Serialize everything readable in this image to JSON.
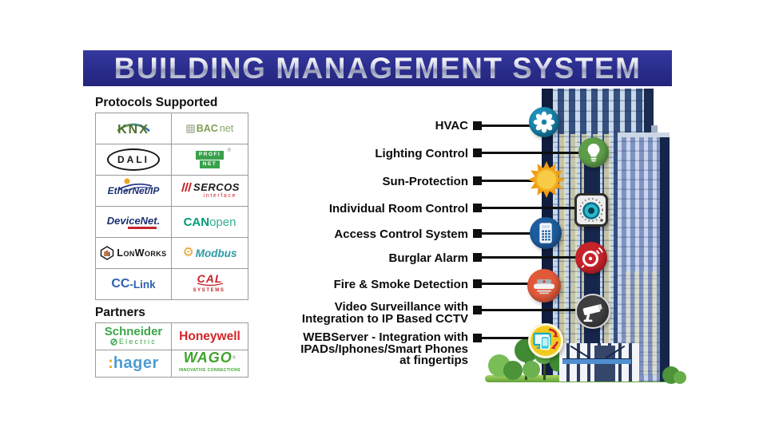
{
  "banner": {
    "title": "BUILDING MANAGEMENT SYSTEM"
  },
  "protocols": {
    "heading": "Protocols Supported",
    "items": [
      {
        "name": "KNX",
        "text": "KNX"
      },
      {
        "name": "BACnet",
        "bold": "BAC",
        "rest": "net"
      },
      {
        "name": "DALI",
        "text": "DALI"
      },
      {
        "name": "PROFINET",
        "top": "PROFI",
        "bottom": "NET",
        "reg": "®"
      },
      {
        "name": "EtherNet/IP",
        "text": "EtherNet/IP"
      },
      {
        "name": "SERCOS interface",
        "main": "SERCOS",
        "sub": "interface"
      },
      {
        "name": "DeviceNet",
        "text": "DeviceNet."
      },
      {
        "name": "CANopen",
        "bold": "CAN",
        "rest": "open"
      },
      {
        "name": "LonWorks",
        "text": "LonWorks"
      },
      {
        "name": "Modbus",
        "gear": "⚙",
        "text": "Modbus"
      },
      {
        "name": "CC-Link",
        "bold": "CC",
        "rest": "-Link"
      },
      {
        "name": "CAL Systems",
        "main": "CAL",
        "sub": "SYSTEMS"
      }
    ]
  },
  "partners": {
    "heading": "Partners",
    "items": [
      {
        "name": "Schneider Electric",
        "line1": "Schneider",
        "line2": "Electric"
      },
      {
        "name": "Honeywell",
        "text": "Honeywell"
      },
      {
        "name": "hager",
        "prefix": ":",
        "text": "hager"
      },
      {
        "name": "WAGO",
        "text": "WAGO",
        "reg": "®",
        "sub": "INNOVATIVE CONNECTIONS"
      }
    ]
  },
  "features": [
    {
      "icon": "fan-icon",
      "lines": [
        "HVAC"
      ]
    },
    {
      "icon": "lightbulb-icon",
      "lines": [
        "Lighting Control"
      ]
    },
    {
      "icon": "sun-icon",
      "lines": [
        "Sun-Protection"
      ]
    },
    {
      "icon": "room-thermostat-icon",
      "lines": [
        "Individual Room Control"
      ]
    },
    {
      "icon": "access-keypad-icon",
      "lines": [
        "Access Control System"
      ]
    },
    {
      "icon": "alarm-bell-icon",
      "lines": [
        "Burglar Alarm"
      ]
    },
    {
      "icon": "smoke-detector-icon",
      "lines": [
        "Fire & Smoke Detection"
      ]
    },
    {
      "icon": "cctv-camera-icon",
      "lines": [
        "Video Surveillance with",
        "Integration to IP Based CCTV"
      ]
    },
    {
      "icon": "web-devices-icon",
      "lines": [
        "WEBServer - Integration with",
        "IPADs/Iphones/Smart Phones",
        "at fingertips"
      ]
    }
  ],
  "colors": {
    "banner_bg": "#2b2d8e",
    "label_text": "#0c0c0c",
    "connector": "#0f0f0f",
    "table_border": "#9a9a9a",
    "hvac_icon_bg": "#1582a9",
    "lighting_icon_bg": "#5d9d49",
    "sun_icon": "#ee9c15",
    "room_thermostat_accent": "#2cb6ca",
    "access_icon_bg": "#1e5c9e",
    "burglar_icon_bg": "#c7232b",
    "fire_icon_bg": "#e05a3a",
    "cctv_icon_bg": "#3e3e40",
    "webserver_icon_bg": "#f3c91e",
    "building_facade": "#c9d9ec",
    "building_window": "#35507e",
    "greenery": "#4c9339"
  }
}
